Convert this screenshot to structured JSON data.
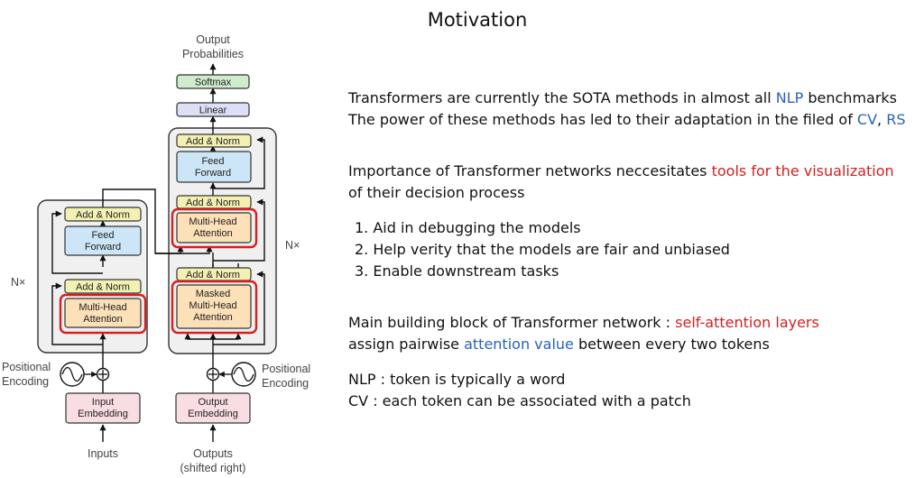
{
  "slide": {
    "title": "Motivation"
  },
  "diagram": {
    "output_label_1": "Output",
    "output_label_2": "Probabilities",
    "softmax": "Softmax",
    "linear": "Linear",
    "add_norm": "Add & Norm",
    "feed_1": "Feed",
    "feed_2": "Forward",
    "mha_1": "Multi-Head",
    "mha_2": "Attention",
    "masked_1": "Masked",
    "masked_2": "Multi-Head",
    "masked_3": "Attention",
    "nx": "N×",
    "positional_1": "Positional",
    "positional_2": "Encoding",
    "input_emb_1": "Input",
    "input_emb_2": "Embedding",
    "output_emb_1": "Output",
    "output_emb_2": "Embedding",
    "inputs": "Inputs",
    "outputs_1": "Outputs",
    "outputs_2": "(shifted right)"
  },
  "text": {
    "p1_a": "Transformers are currently the SOTA methods in almost all ",
    "p1_nlp": "NLP",
    "p1_b": " benchmarks",
    "p2_a": "The power of these methods has led to their adaptation in the filed of ",
    "p2_cv": "CV",
    "p2_comma": ", ",
    "p2_rs": "RS",
    "p3_a": "Importance of Transformer networks neccesitates ",
    "p3_red": "tools for the visualization",
    "p4": "of their decision process",
    "list": [
      "1. Aid in debugging the models",
      "2. Help verity that the models are fair and unbiased",
      "3. Enable downstream tasks"
    ],
    "p5_a": "Main building block of Transformer network : ",
    "p5_red": "self-attention layers",
    "p6_a": "assign pairwise ",
    "p6_blue": "attention value",
    "p6_b": " between every two tokens",
    "p7": "NLP : token is typically a word",
    "p8": "CV : each token can be associated with a patch"
  },
  "colors": {
    "accent_red": "#d32020",
    "accent_blue": "#2a62b8",
    "add_norm_fill": "#f3f0b3",
    "attention_fill": "#fbe0b8",
    "feed_forward_fill": "#cde6f7",
    "embedding_fill": "#f8dde2",
    "softmax_fill": "#cfeccd",
    "linear_fill": "#dcdff5",
    "block_bg": "#f0f0f0"
  }
}
